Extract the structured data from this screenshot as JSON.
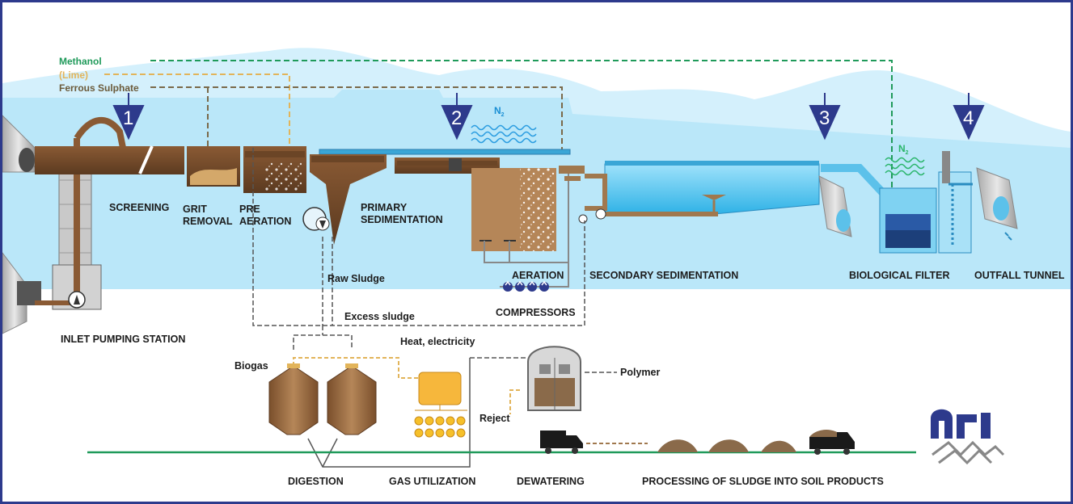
{
  "chemicals": {
    "methanol": "Methanol",
    "lime": "(Lime)",
    "ferrous": "Ferrous Sulphate"
  },
  "stages": {
    "s1": "1",
    "s2": "2",
    "s3": "3",
    "s4": "4"
  },
  "gas_symbol": "N",
  "gas_subscript": "2",
  "labels": {
    "screening": "SCREENING",
    "grit1": "GRIT",
    "grit2": "REMOVAL",
    "pre1": "PRE",
    "pre2": "AERATION",
    "primary1": "PRIMARY",
    "primary2": "SEDIMENTATION",
    "aeration": "AERATION",
    "secondary": "SECONDARY SEDIMENTATION",
    "biofilter": "BIOLOGICAL FILTER",
    "outfall": "OUTFALL TUNNEL",
    "raw_sludge": "Raw Sludge",
    "compressors": "COMPRESSORS",
    "excess_sludge": "Excess sludge",
    "inlet": "INLET  PUMPING STATION",
    "heat": "Heat, electricity",
    "biogas": "Biogas",
    "polymer": "Polymer",
    "reject": "Reject",
    "digestion": "DIGESTION",
    "gas_util": "GAS UTILIZATION",
    "dewatering": "DEWATERING",
    "processing": "PROCESSING OF SLUDGE INTO SOIL PRODUCTS"
  },
  "colors": {
    "border": "#2d3a8c",
    "sky": "#cfeefb",
    "water": "#7fd2f2",
    "sludge": "#a0784e",
    "methanol": "#1f9a5a",
    "lime": "#e2b45a",
    "ferrous": "#6b5a3a",
    "marker": "#2d3a8c"
  },
  "icons": [
    "stage-marker-icon",
    "pump-icon",
    "truck-icon",
    "compressor-icon",
    "logo-icon"
  ]
}
